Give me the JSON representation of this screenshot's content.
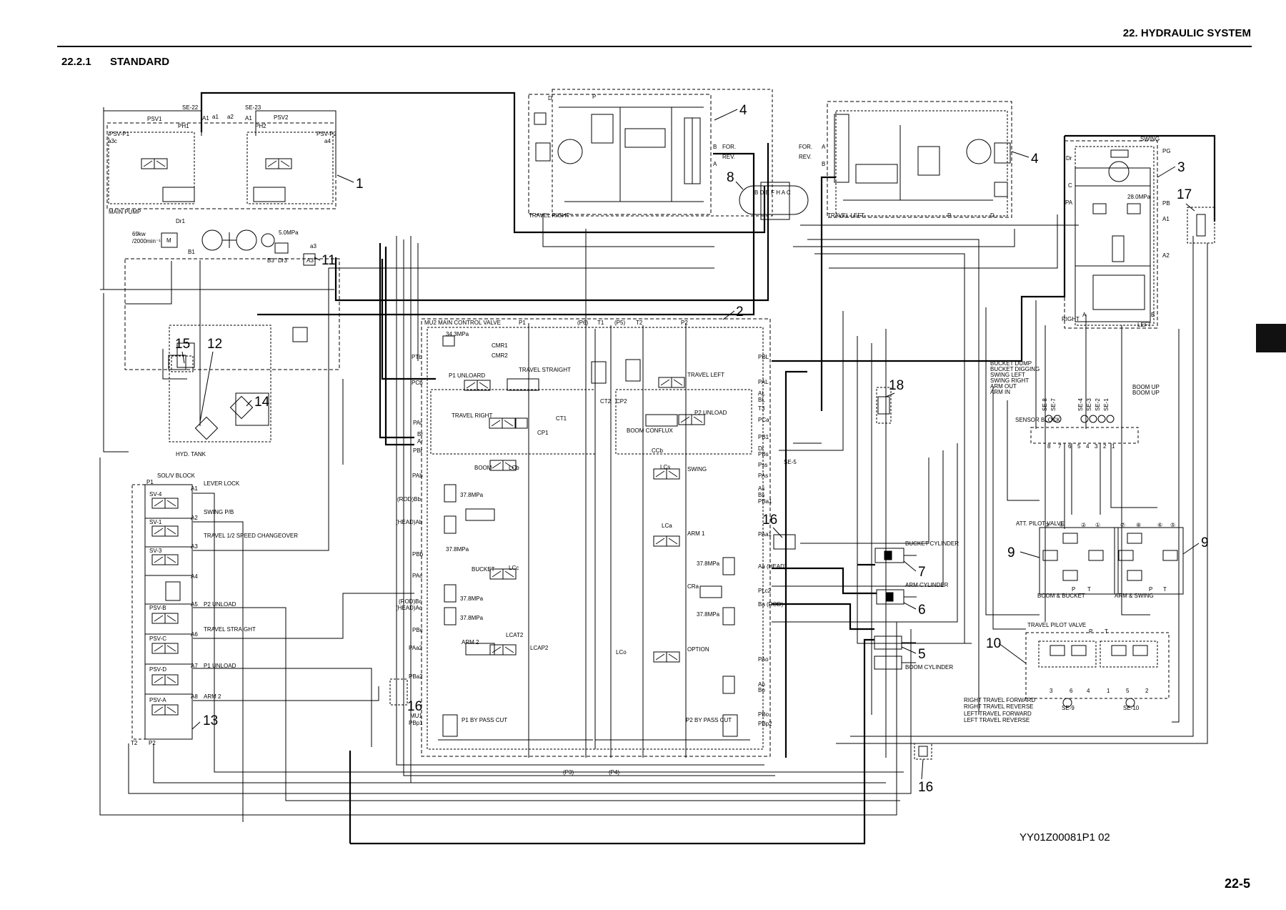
{
  "header": {
    "title": "22. HYDRAULIC SYSTEM",
    "section_number": "22.2.1",
    "section_name": "STANDARD"
  },
  "footer": {
    "page_number": "22-5",
    "figure_id": "YY01Z00081P1  02"
  },
  "diagram": {
    "callouts": {
      "n1": "1",
      "n2": "2",
      "n3": "3",
      "n4a": "4",
      "n4b": "4",
      "n5": "5",
      "n6": "6",
      "n7": "7",
      "n8": "8",
      "n9a": "9",
      "n9b": "9",
      "n10": "10",
      "n11": "11",
      "n12": "12",
      "n13": "13",
      "n14": "14",
      "n15": "15",
      "n16a": "16",
      "n16b": "16",
      "n16c": "16",
      "n17": "17",
      "n18": "18"
    },
    "pump": {
      "se22": "SE-22",
      "se23": "SE-23",
      "psv1": "PSV1",
      "psv2": "PSV2",
      "psvp1": "PSV-P1",
      "psvp2": "PSV-P2",
      "a3c": "a3c",
      "a4": "a4",
      "ph1": "PH1",
      "ph2": "PH2",
      "a1a": "A1",
      "a1b": "a1",
      "a2a": "a2",
      "a2b": "A1",
      "main_pump": "MAIN PUMP",
      "dr1": "Dr1",
      "power": "69kw",
      "rpm": "/2000min⁻¹",
      "motor": "M",
      "pressure": "5.0MPa",
      "a3": "a3",
      "b1": "B1",
      "b3": "B3",
      "dr3": "Dr3",
      "a3port": "A3"
    },
    "tank": {
      "label": "HYD. TANK"
    },
    "travel_right": {
      "label": "TRAVEL RIGHT",
      "d": "D",
      "p": "P",
      "b": "B",
      "for": "FOR.",
      "rev": "REV.",
      "a": "A"
    },
    "swivel": {
      "ports": "B D E F H A C"
    },
    "travel_left": {
      "label": "TRAVEL LEFT",
      "for": "FOR.",
      "a": "A",
      "rev": "REV.",
      "b": "B",
      "p": "P",
      "d": "D"
    },
    "swing_motor": {
      "swing": "SWING",
      "pg": "PG",
      "dr": "Dr",
      "c": "C",
      "pressure": "28.0MPa",
      "pb": "PB",
      "pa": "PA",
      "a1": "A1",
      "a2": "A2",
      "right": "RIGHT",
      "left": "LEFT",
      "a": "A",
      "b": "B"
    },
    "mcv": {
      "title": "MU2 MAIN CONTROL VALVE",
      "p1": "P1",
      "p6": "(P6)",
      "t1": "T1",
      "p5": "(P5)",
      "t2": "T2",
      "p2": "P2",
      "relief": "34.3MPa",
      "cmr1": "CMR1",
      "cmr2": "CMR2",
      "ptb": "PTb",
      "pcb": "PCb",
      "p1_unload": "P1 UNLOARD",
      "travel_straight": "TRAVEL STRAIGHT",
      "travel_right": "TRAVEL RIGHT",
      "ct1": "CT1",
      "ct2": "CT2",
      "cp2": "CP2",
      "cp1": "CP1",
      "par": "PAr",
      "br": "Br",
      "ar": "Ar",
      "pbr": "PBr",
      "travel_left": "TRAVEL LEFT",
      "p2_unload": "P2 UNLOAD",
      "boom_conflux": "BOOM CONFLUX",
      "ccb": "CCb",
      "pbl": "PBL",
      "pal": "PAL",
      "al": "AL",
      "bl": "BL",
      "t3": "T3",
      "pca": "PCa",
      "pb1": "PB1",
      "dr": "Dr",
      "pbs": "PBs",
      "pss": "Pss",
      "pas": "PAs",
      "as": "As",
      "bs": "Bs",
      "pba1": "PBa1",
      "se5": "SE-5",
      "pab": "PAb",
      "boom": "BOOM",
      "lcb": "LCb",
      "rodbb": "(ROD)Bb",
      "headab": "(HEAD)Ab",
      "r378a": "37.8MPa",
      "r378b": "37.8MPa",
      "pbb": "PBb",
      "lcs": "LCs",
      "swing": "SWING",
      "lca": "LCa",
      "arm1": "ARM 1",
      "paa1": "PAa1",
      "r378c": "37.8MPa",
      "aahead": "Aa (HEAD)",
      "pac": "PAc",
      "bucket": "BUCKET",
      "lcc": "LCc",
      "rodbc": "(ROD)Bc",
      "headac": "(HEAD)Ac",
      "r378d": "37.8MPa",
      "r378e": "37.8MPa",
      "cra": "CRa",
      "plc2": "PLc2",
      "barod": "Ba (ROD)",
      "pbc": "PBc",
      "r378f": "37.8MPa",
      "paa2": "PAa2",
      "arm2": "ARM 2",
      "lcat2": "LCAT2",
      "lcap2": "LCAP2",
      "lco": "LCo",
      "option": "OPTION",
      "pao": "PAo",
      "ao": "Ao",
      "bo": "Bo",
      "pba2": "PBa2",
      "mu1": "MU1",
      "pbp1": "PBp1",
      "p1_bypass": "P1 BY PASS CUT",
      "p2_bypass": "P2 BY PASS CUT",
      "pbo": "PBo",
      "pbp2": "PBp2",
      "p3": "(P3)",
      "p4": "(P4)"
    },
    "solenoid": {
      "title": "SOL/V BLOCK",
      "p1": "P1",
      "sv4": "SV-4",
      "a1": "A1",
      "lever_lock": "LEVER LOCK",
      "sv1": "SV-1",
      "a2": "A2",
      "swing_pb": "SWING P/B",
      "sv3": "SV-3",
      "a3": "A3",
      "travel_speed": "TRAVEL 1/2 SPEED CHANGEOVER",
      "a4": "A4",
      "psvb": "PSV-B",
      "a5": "A5",
      "p2_unload": "P2 UNLOAD",
      "psvc": "PSV-C",
      "a6": "A6",
      "travel_straight": "TRAVEL STRAIGHT",
      "psvd": "PSV-D",
      "a7": "A7",
      "p1_unload": "P1 UNLOAD",
      "psva": "PSV-A",
      "a8": "A8",
      "arm2": "ARM 2",
      "t2": "T2",
      "p2": "P2"
    },
    "sensor": {
      "lines": [
        "BUCKET DUMP",
        "BUCKET DIGGING",
        "SWING LEFT",
        "SWING RIGHT",
        "ARM OUT",
        "ARM IN"
      ],
      "boom_up_a": "BOOM UP",
      "boom_up_b": "BOOM UP",
      "block": "SENSOR BLOCK",
      "se": [
        "SE-8",
        "SE-7",
        "SE-4",
        "SE-3",
        "SE-2",
        "SE-1"
      ],
      "ports": [
        "8",
        "7",
        "6",
        "5",
        "4",
        "3",
        "2",
        "1"
      ]
    },
    "pilot": {
      "att_valve": "ATT. PILOT VALVE",
      "c3": "③",
      "c4": "④",
      "c2": "②",
      "c1": "①",
      "c7": "⑦",
      "c8": "⑧",
      "c6": "⑥",
      "c5": "⑤",
      "p1": "P",
      "t1": "T",
      "p2": "P",
      "t2": "T",
      "boom_bucket": "BOOM & BUCKET",
      "arm_swing": "ARM & SWING"
    },
    "travel_pilot": {
      "label": "TRAVEL PILOT VALVE",
      "p": "P",
      "t": "T",
      "ports": [
        "3",
        "6",
        "4",
        "1",
        "5",
        "2"
      ],
      "se9": "SE-9",
      "se10": "SE-10"
    },
    "travel_lines": [
      "RIGHT TRAVEL FORWARD",
      "RIGHT TRAVEL REVERSE",
      "LEFT TRAVEL FORWARD",
      "LEFT TRAVEL REVERSE"
    ],
    "cylinders": {
      "bucket": "BUCKET CYLINDER",
      "arm": "ARM CYLINDER",
      "boom": "BOOM CYLINDER"
    }
  }
}
